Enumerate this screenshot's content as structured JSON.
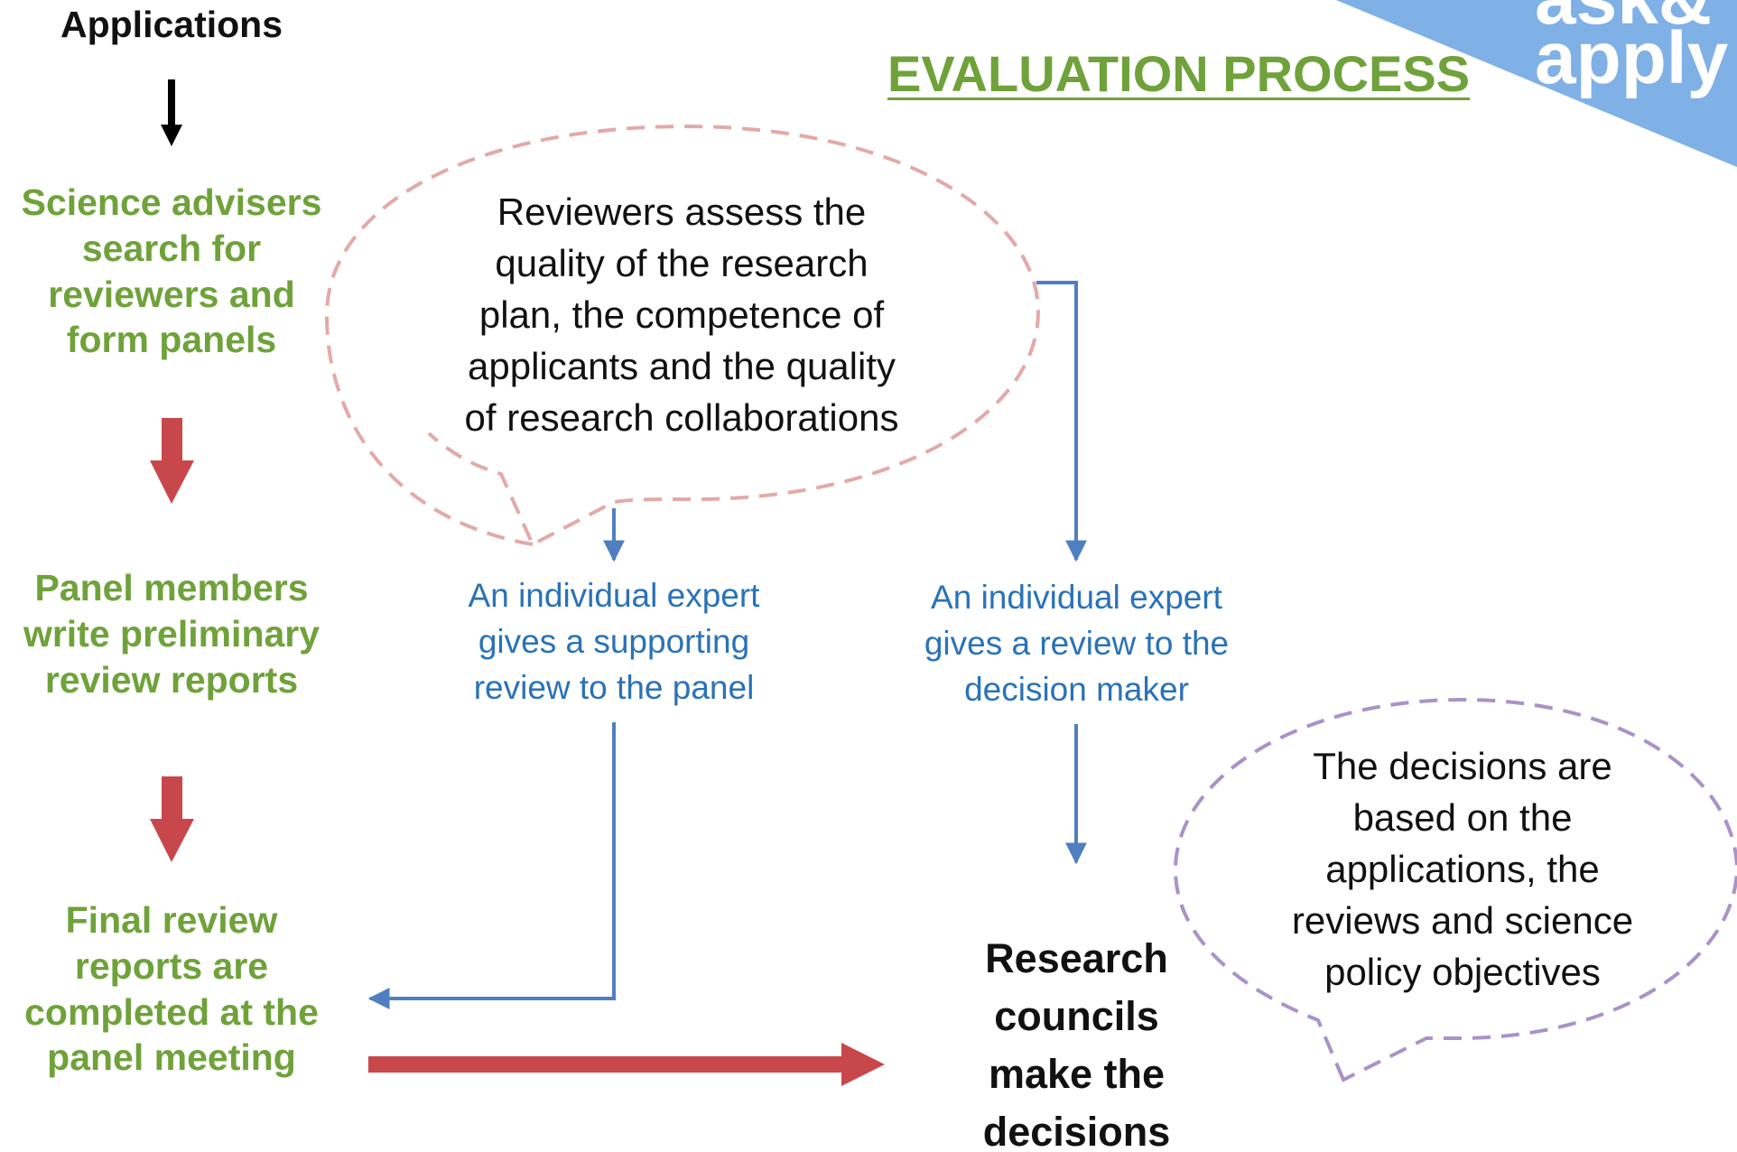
{
  "title": "EVALUATION PROCESS",
  "logo": {
    "line1": "ask&",
    "line2": "apply"
  },
  "steps": {
    "applications": "Applications",
    "science_advisers": "Science advisers\nsearch for\nreviewers and\nform panels",
    "panel_members": "Panel members\nwrite preliminary\nreview reports",
    "final_review": "Final review\nreports are\ncompleted at the\npanel meeting",
    "research_councils": "Research\ncouncils\nmake the\ndecisions"
  },
  "experts": {
    "supporting": "An individual expert\ngives a supporting\nreview to the panel",
    "decision_maker": "An individual expert\ngives a review to the\ndecision maker"
  },
  "bubbles": {
    "reviewers": "Reviewers assess the\nquality of the research\nplan, the competence of\napplicants and the quality\nof research collaborations",
    "decisions": "The decisions are\nbased on the\napplications, the\nreviews and science\npolicy objectives"
  },
  "colors": {
    "green": "#6fa23a",
    "blue_text": "#2a72b8",
    "blue_line": "#4f7fc0",
    "red_arrow": "#c8474a",
    "pink_dash": "#e3a9a8",
    "purple_dash": "#a992c8",
    "logo_bg": "#7fb0e6"
  }
}
